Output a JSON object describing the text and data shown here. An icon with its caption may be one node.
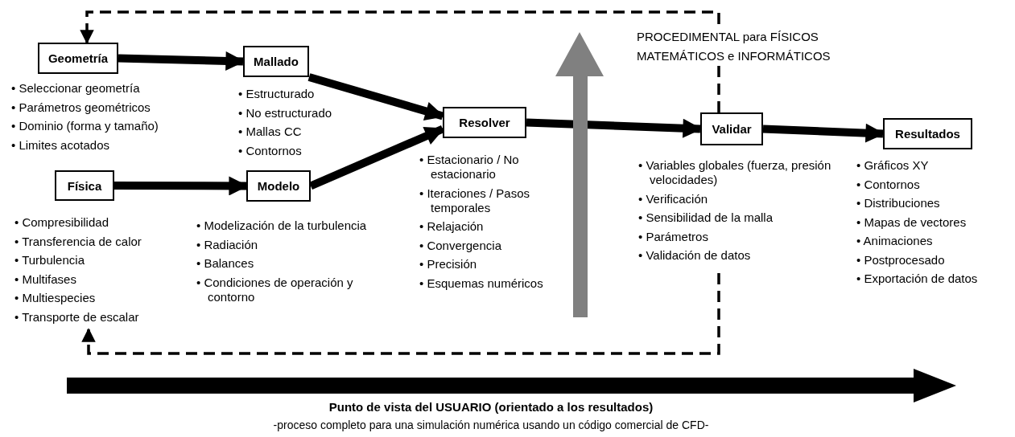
{
  "diagram": {
    "nodes": [
      {
        "text": [
          "Geometría"
        ],
        "beside": [
          "• Seleccionar geometría",
          "• Parámetros geométricos",
          "• Dominio (forma y tamaño)",
          "• Limites acotados"
        ]
      },
      {
        "text": [
          "Mallado"
        ],
        "beside": [
          "• Estructurado",
          "• No estructurado",
          "• Mallas CC",
          "• Contornos"
        ]
      },
      {
        "text": [
          "Física"
        ],
        "beside": [
          "• Compresibilidad",
          "• Transferencia de calor",
          "• Turbulencia",
          "• Multifases",
          "• Multiespecies",
          "• Transporte de escalar"
        ]
      },
      {
        "text": [
          "Modelo"
        ],
        "beside": [
          "• Modelización de la turbulencia",
          "• Radiación",
          "• Balances",
          "• Condiciones de operación y contorno"
        ]
      },
      {
        "text": [
          "Resolver"
        ],
        "beside": [
          "• Estacionario / No estacionario",
          "• Iteraciones / Pasos temporales",
          "• Relajación",
          "• Convergencia",
          "• Precisión",
          "• Esquemas numéricos"
        ]
      },
      {
        "text": [
          "Validar"
        ],
        "beside": [
          "• Variables globales (fuerza, presión velocidades)",
          "• Verificación",
          "• Sensibilidad de la malla",
          "• Parámetros",
          "• Validación de datos"
        ]
      },
      {
        "text": [
          "Resultados"
        ],
        "beside": [
          "• Gráficos XY",
          "• Contornos",
          "• Distribuciones",
          "• Mapas de vectores",
          "• Animaciones",
          "• Postprocesado",
          "• Exportación de datos"
        ]
      }
    ],
    "edges": [
      {
        "from": 0,
        "to": 1,
        "arrow": "to"
      },
      {
        "from": 2,
        "to": 3,
        "arrow": "to"
      },
      {
        "from": 1,
        "to": 4,
        "arrow": "to"
      },
      {
        "from": 3,
        "to": 4,
        "arrow": "to"
      },
      {
        "from": 4,
        "to": 5,
        "arrow": "to"
      },
      {
        "from": 5,
        "to": 6,
        "arrow": "to"
      },
      {
        "from": 5,
        "to": 0,
        "arrow": "to",
        "style": "dashed"
      },
      {
        "from": 5,
        "to": 2,
        "arrow": "to",
        "style": "dashed"
      }
    ],
    "labels": [
      "PROCEDIMENTAL para FÍSICOS MATEMÁTICOS e INFORMÁTICOS",
      "Punto de vista del USUARIO (orientado a los resultados)",
      "-proceso completo para una simulación numérica usando un código comercial de CFD-"
    ]
  }
}
